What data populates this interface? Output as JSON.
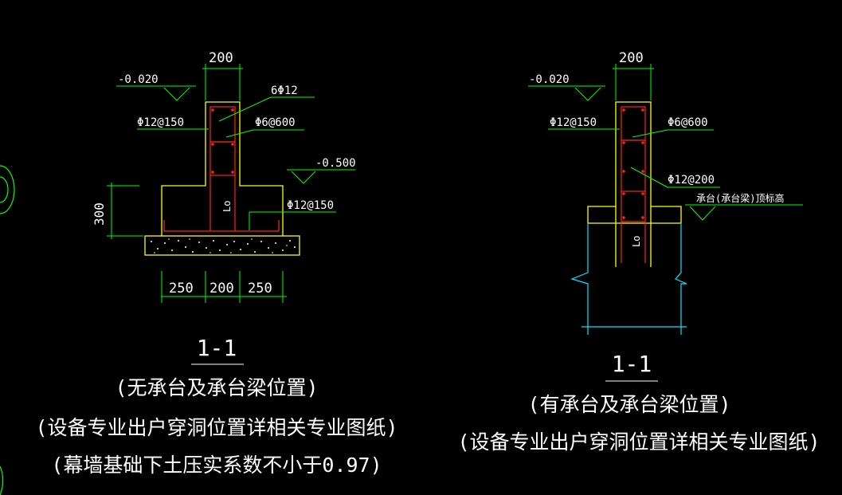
{
  "colors": {
    "background": "#000000",
    "outline": "#ffff00",
    "rebar": "#ff2020",
    "dimension": "#00ff00",
    "text": "#ffffff",
    "pile": "#00e5ff",
    "gravel": "#ffffff"
  },
  "left": {
    "dim_top": "200",
    "elev_top": "-0.020",
    "rebar_main": "6Φ12",
    "stirrup": "Φ12@150",
    "tie": "Φ6@600",
    "elev_side": "-0.500",
    "bottom_bar": "Φ12@150",
    "height_dim": "300",
    "anchor": "Lo",
    "dim_left": "250",
    "dim_mid": "200",
    "dim_right": "250",
    "section": "1-1",
    "note1": "(无承台及承台梁位置)",
    "note2": "(设备专业出户穿洞位置详相关专业图纸)",
    "note3": "(幕墙基础下土压实系数不小于0.97)"
  },
  "right": {
    "dim_top": "200",
    "elev_top": "-0.020",
    "stirrup": "Φ12@150",
    "tie": "Φ6@600",
    "stirrup2": "Φ12@200",
    "cap_label": "承台(承台梁)顶标高",
    "anchor": "Lo",
    "section": "1-1",
    "note1": "(有承台及承台梁位置)",
    "note2": "(设备专业出户穿洞位置详相关专业图纸)"
  }
}
